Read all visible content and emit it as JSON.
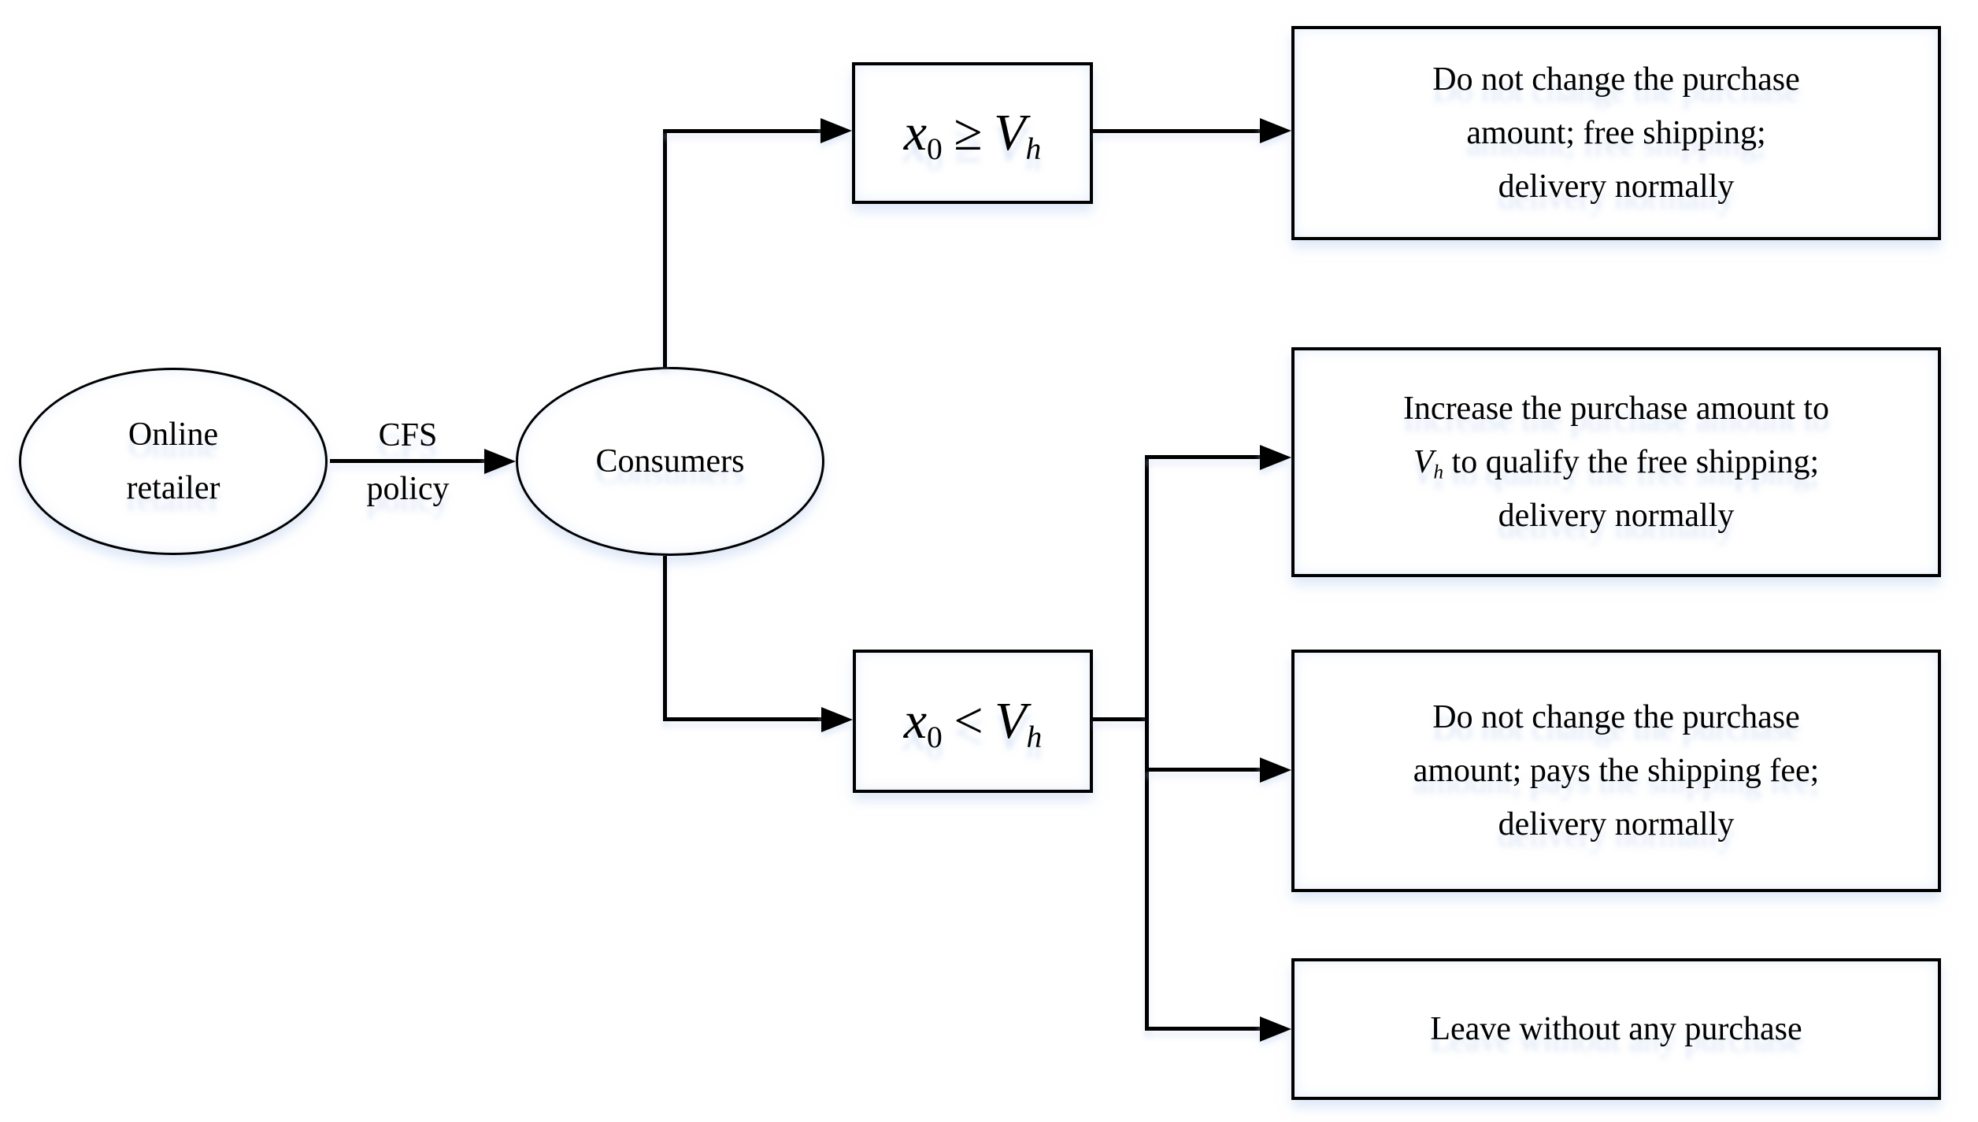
{
  "figure": {
    "background": "#ffffff",
    "ink_color": "#000000",
    "shadow_tint": "#b7cdee"
  },
  "nodes": {
    "online_retailer": {
      "lines": [
        "Online",
        "retailer"
      ]
    },
    "consumers": {
      "label": "Consumers"
    },
    "condition_high": {
      "lhs": "x",
      "lhs_sub": "0",
      "op": "≥",
      "rhs": "V",
      "rhs_sub": "h"
    },
    "condition_low": {
      "lhs": "x",
      "lhs_sub": "0",
      "op": "<",
      "rhs": "V",
      "rhs_sub": "h"
    },
    "outcome_free_shipping": {
      "lines": [
        "Do not change the purchase",
        "amount; free shipping;",
        "delivery normally"
      ]
    },
    "outcome_increase": {
      "line1": "Increase the purchase amount to",
      "line2_var": "V",
      "line2_var_sub": "h",
      "line2_rest": " to qualify the free shipping;",
      "line3": "delivery normally"
    },
    "outcome_pay_fee": {
      "lines": [
        "Do not change the purchase",
        "amount; pays the shipping fee;",
        "delivery normally"
      ]
    },
    "outcome_leave": {
      "label": "Leave without any purchase"
    }
  },
  "edges": {
    "cfs_policy": {
      "line1": "CFS",
      "line2": "policy"
    }
  }
}
